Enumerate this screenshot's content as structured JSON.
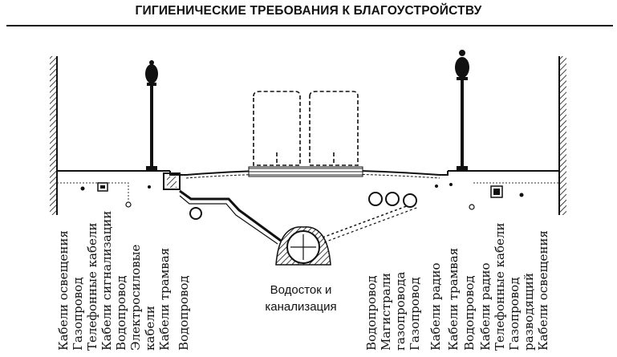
{
  "header": {
    "title": "ГИГИЕНИЧЕСКИЕ ТРЕБОВАНИЯ К БЛАГОУСТРОЙСТВУ"
  },
  "diagram": {
    "center_caption": [
      "Водосток и",
      "канализация"
    ],
    "left_labels": [
      "Кабели освещения",
      "Газопровод",
      "Телефонные кабели",
      "Кабели сигнализации",
      "Водопровод",
      "Электросиловые",
      "кабели",
      "Кабели трамвая",
      "Водопровод"
    ],
    "right_labels": [
      "Водопровод",
      "Магистрали",
      "газопровода",
      "Газопровод",
      "Кабели радио",
      "Кабели трамвая",
      "Водопровод",
      "Кабели радио",
      "Телефонные кабели",
      "Газопровод",
      "разводящий",
      "Кабели освещения"
    ]
  }
}
